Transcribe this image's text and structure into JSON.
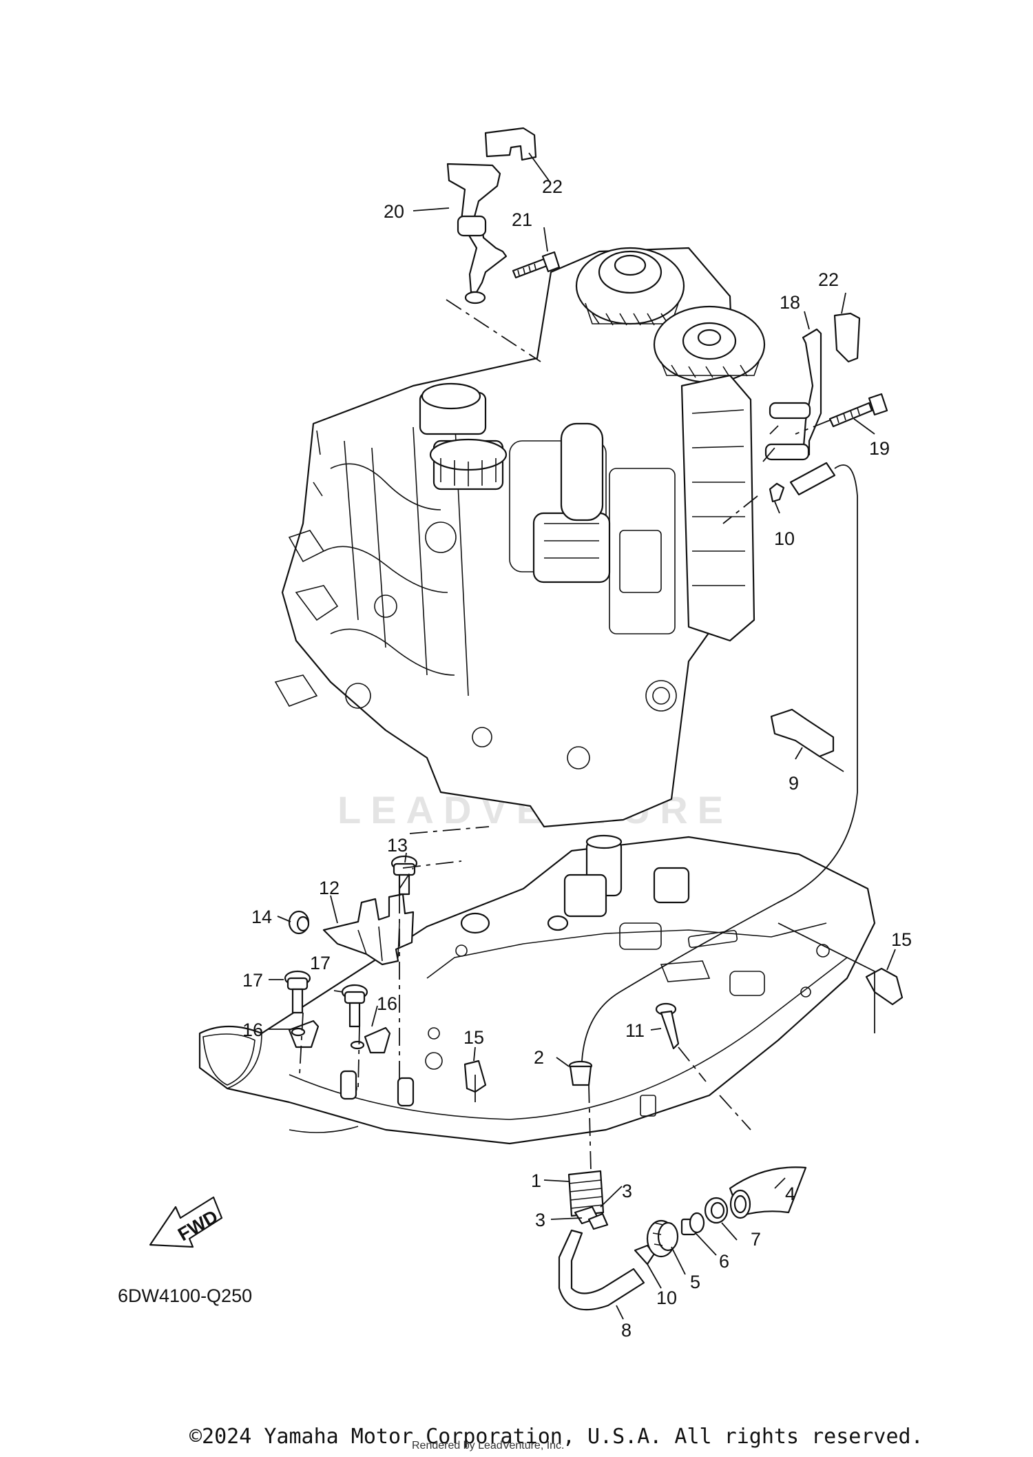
{
  "diagram": {
    "part_labels": {
      "p1": "1",
      "p2": "2",
      "p3a": "3",
      "p3b": "3",
      "p4": "4",
      "p5": "5",
      "p6": "6",
      "p7": "7",
      "p8": "8",
      "p9": "9",
      "p10a": "10",
      "p10b": "10",
      "p11": "11",
      "p12": "12",
      "p13": "13",
      "p14": "14",
      "p15a": "15",
      "p15b": "15",
      "p16a": "16",
      "p16b": "16",
      "p17a": "17",
      "p17b": "17",
      "p18": "18",
      "p19": "19",
      "p20": "20",
      "p21": "21",
      "p22a": "22",
      "p22b": "22"
    },
    "fwd_label": "FWD",
    "diagram_code": "6DW4100-Q250",
    "watermark": "LEADVENTURE",
    "copyright": "©2024 Yamaha Motor Corporation, U.S.A. All rights reserved.",
    "rendered_by": "Rendered by LeadVenture, Inc."
  }
}
